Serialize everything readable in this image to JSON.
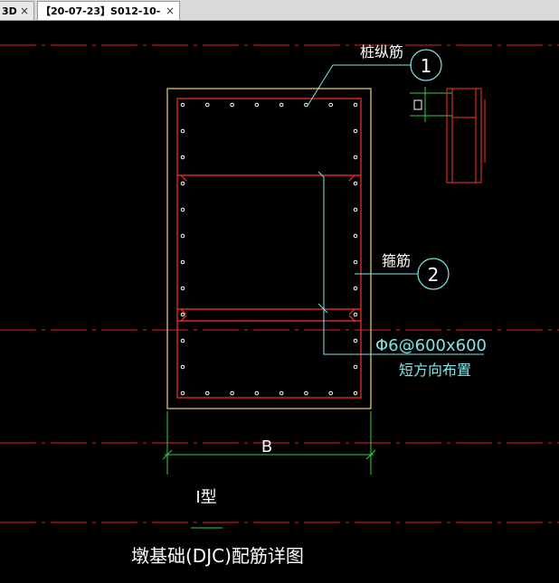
{
  "tabs": [
    {
      "label": "3D",
      "close": "×",
      "active": false
    },
    {
      "label": "【20-07-23】S012-10-",
      "close": "×",
      "active": true
    }
  ],
  "drawing": {
    "leader_1_text": "桩纵筋",
    "bubble_1": "1",
    "leader_2_text": "箍筋",
    "bubble_2": "2",
    "spec_line_1": "Φ6@600x600",
    "spec_line_2": "短方向布置",
    "dimension_label": "B",
    "type_label": "I型",
    "caption": "墩基础(DJC)配筋详图"
  },
  "colors": {
    "background": "#000000",
    "outline": "#f0d070",
    "rebar": "#ff3030",
    "dimension": "#30d040",
    "leader": "#7fe6e6",
    "text": "#ffffff"
  }
}
